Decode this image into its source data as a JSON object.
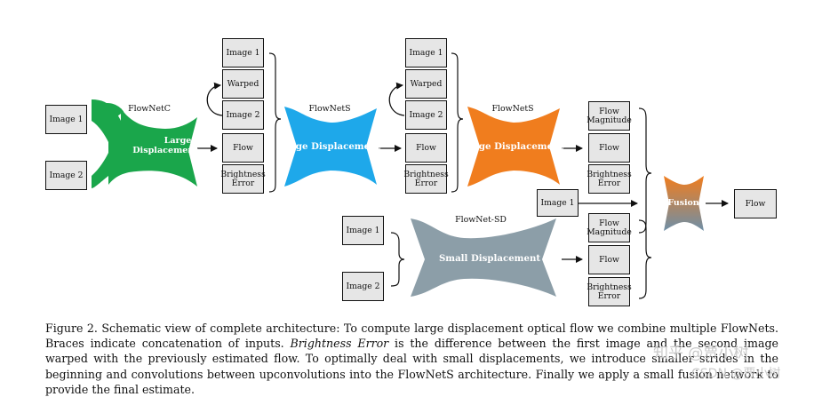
{
  "diagram": {
    "net1": {
      "name": "FlowNetC",
      "text_line1": "Large",
      "text_line2": "Displacement",
      "color": "#1aa64b"
    },
    "net2": {
      "name": "FlowNetS",
      "text": "Large Displacement",
      "color": "#1ea8ea"
    },
    "net3": {
      "name": "FlowNetS",
      "text": "Large Displacement",
      "color": "#f07d1e"
    },
    "net4": {
      "name": "FlowNet-SD",
      "text": "Small Displacement",
      "color": "#8c9ea8"
    },
    "fusion": {
      "text": "Fusion",
      "color_top": "#f07d1e",
      "color_bottom": "#6e8fa8"
    },
    "inputs": {
      "image1": "Image 1",
      "image2": "Image 2"
    },
    "stack1": {
      "image1": "Image 1",
      "warped": "Warped",
      "image2": "Image 2",
      "flow": "Flow",
      "brightness_line1": "Brightness",
      "brightness_line2": "Error"
    },
    "stack2": {
      "image1": "Image 1",
      "warped": "Warped",
      "image2": "Image 2",
      "flow": "Flow",
      "brightness_line1": "Brightness",
      "brightness_line2": "Error"
    },
    "stack3": {
      "magnitude_line1": "Flow",
      "magnitude_line2": "Magnitude",
      "flow": "Flow",
      "brightness_line1": "Brightness",
      "brightness_line2": "Error"
    },
    "fusion_image1": "Image 1",
    "sd_inputs": {
      "image1": "Image 1",
      "image2": "Image 2"
    },
    "stack4": {
      "magnitude_line1": "Flow",
      "magnitude_line2": "Magnitude",
      "flow": "Flow",
      "brightness_line1": "Brightness",
      "brightness_line2": "Error"
    },
    "output": "Flow"
  },
  "caption": {
    "p1": "Figure 2. Schematic view of complete architecture: To compute large displacement optical flow we combine multiple FlowNets. Braces indicate concatenation of inputs. ",
    "em": "Brightness Error",
    "p2": " is the difference between the first image and the second image warped with the previously estimated flow. To optimally deal with small displacements, we introduce smaller strides in the beginning and convolutions between upconvolutions into the FlowNetS architecture. Finally we apply a small fusion network to provide the final estimate."
  },
  "watermark": {
    "line1": "知乎 @贾小树",
    "line2": "CSDN @贾小树"
  }
}
